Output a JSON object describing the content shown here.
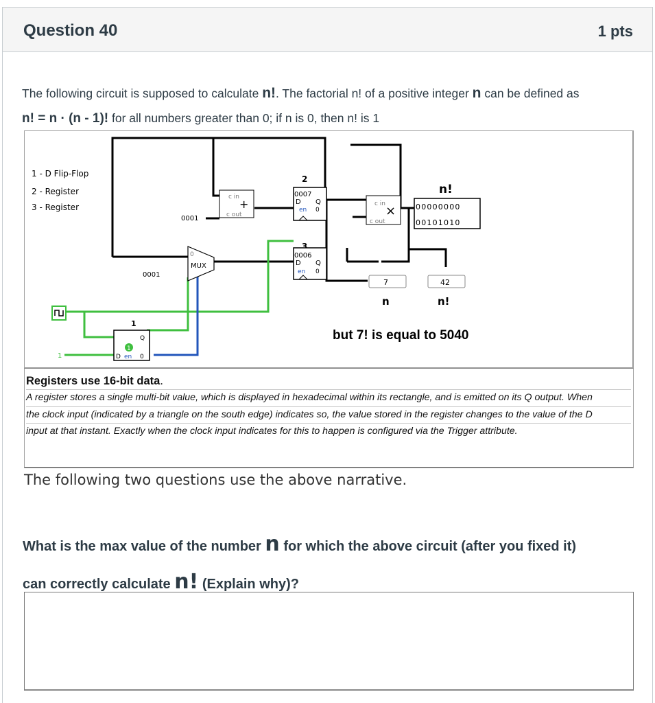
{
  "question": {
    "title": "Question 40",
    "points": "1 pts"
  },
  "intro": {
    "p1_a": "The following circuit is supposed to calculate ",
    "p1_nfact": "n!",
    "p1_b": ". The factorial n! of a positive integer ",
    "p1_n": "n",
    "p1_c": " can be defined as",
    "p2_formula": "n! = n · (n - 1)!",
    "p2_rest": " for all numbers greater than 0; if n is 0, then n! is 1"
  },
  "circuit": {
    "legend": [
      "1 - D Flip-Flop",
      "2 - Register",
      "3 - Register"
    ],
    "const_adder": "0001",
    "const_mux": "0001",
    "mux_label": "MUX",
    "mux_sel": "0",
    "adder_cin": "c in",
    "adder_cout": "c out",
    "adder_op": "+",
    "mult_cin": "c in",
    "mult_cout": "c out",
    "mult_op": "×",
    "reg2_number": "2",
    "reg2_value": "0007",
    "reg3_number": "3",
    "reg3_value": "0006",
    "reg_d": "D",
    "reg_q": "Q",
    "reg_en": "en",
    "reg_zero": "0",
    "ff_number": "1",
    "ff_q": "Q",
    "ff_d": "D",
    "ff_en": "en",
    "ff_zero": "0",
    "ff_state": "1",
    "const_one": "1",
    "nfact_title": "n!",
    "binary_top": "00000000",
    "binary_bottom": "00101010",
    "n_probe": "7",
    "n_label": "n",
    "nfact_probe": "42",
    "nfact_label": "n!",
    "note": "but 7! is equal to 5040"
  },
  "narrative": {
    "bold": "Registers use 16-bit data",
    "period": ".",
    "text_lines": [
      "A register stores a single multi-bit value, which is displayed in hexadecimal within its rectangle, and is emitted on its Q output. When",
      "the clock input (indicated by a triangle on the south edge) indicates so, the value stored in the register changes to the value of the D",
      "input at that instant. Exactly when the clock input indicates for this to happen is configured via the Trigger attribute."
    ]
  },
  "following": "The following two questions use the above narrative.",
  "question2": {
    "a": "What is the max value of the number ",
    "n": "n",
    "b": " for which the above circuit (after you fixed it)",
    "c": "can correctly calculate ",
    "nfact": "n!",
    "d": " (Explain why)?"
  },
  "colors": {
    "wire_black": "#000000",
    "wire_green": "#3fbf3f",
    "wire_blue": "#2255bb",
    "border": "#c7cdd1",
    "header_bg": "#f5f5f5",
    "text": "#2d3b45"
  }
}
